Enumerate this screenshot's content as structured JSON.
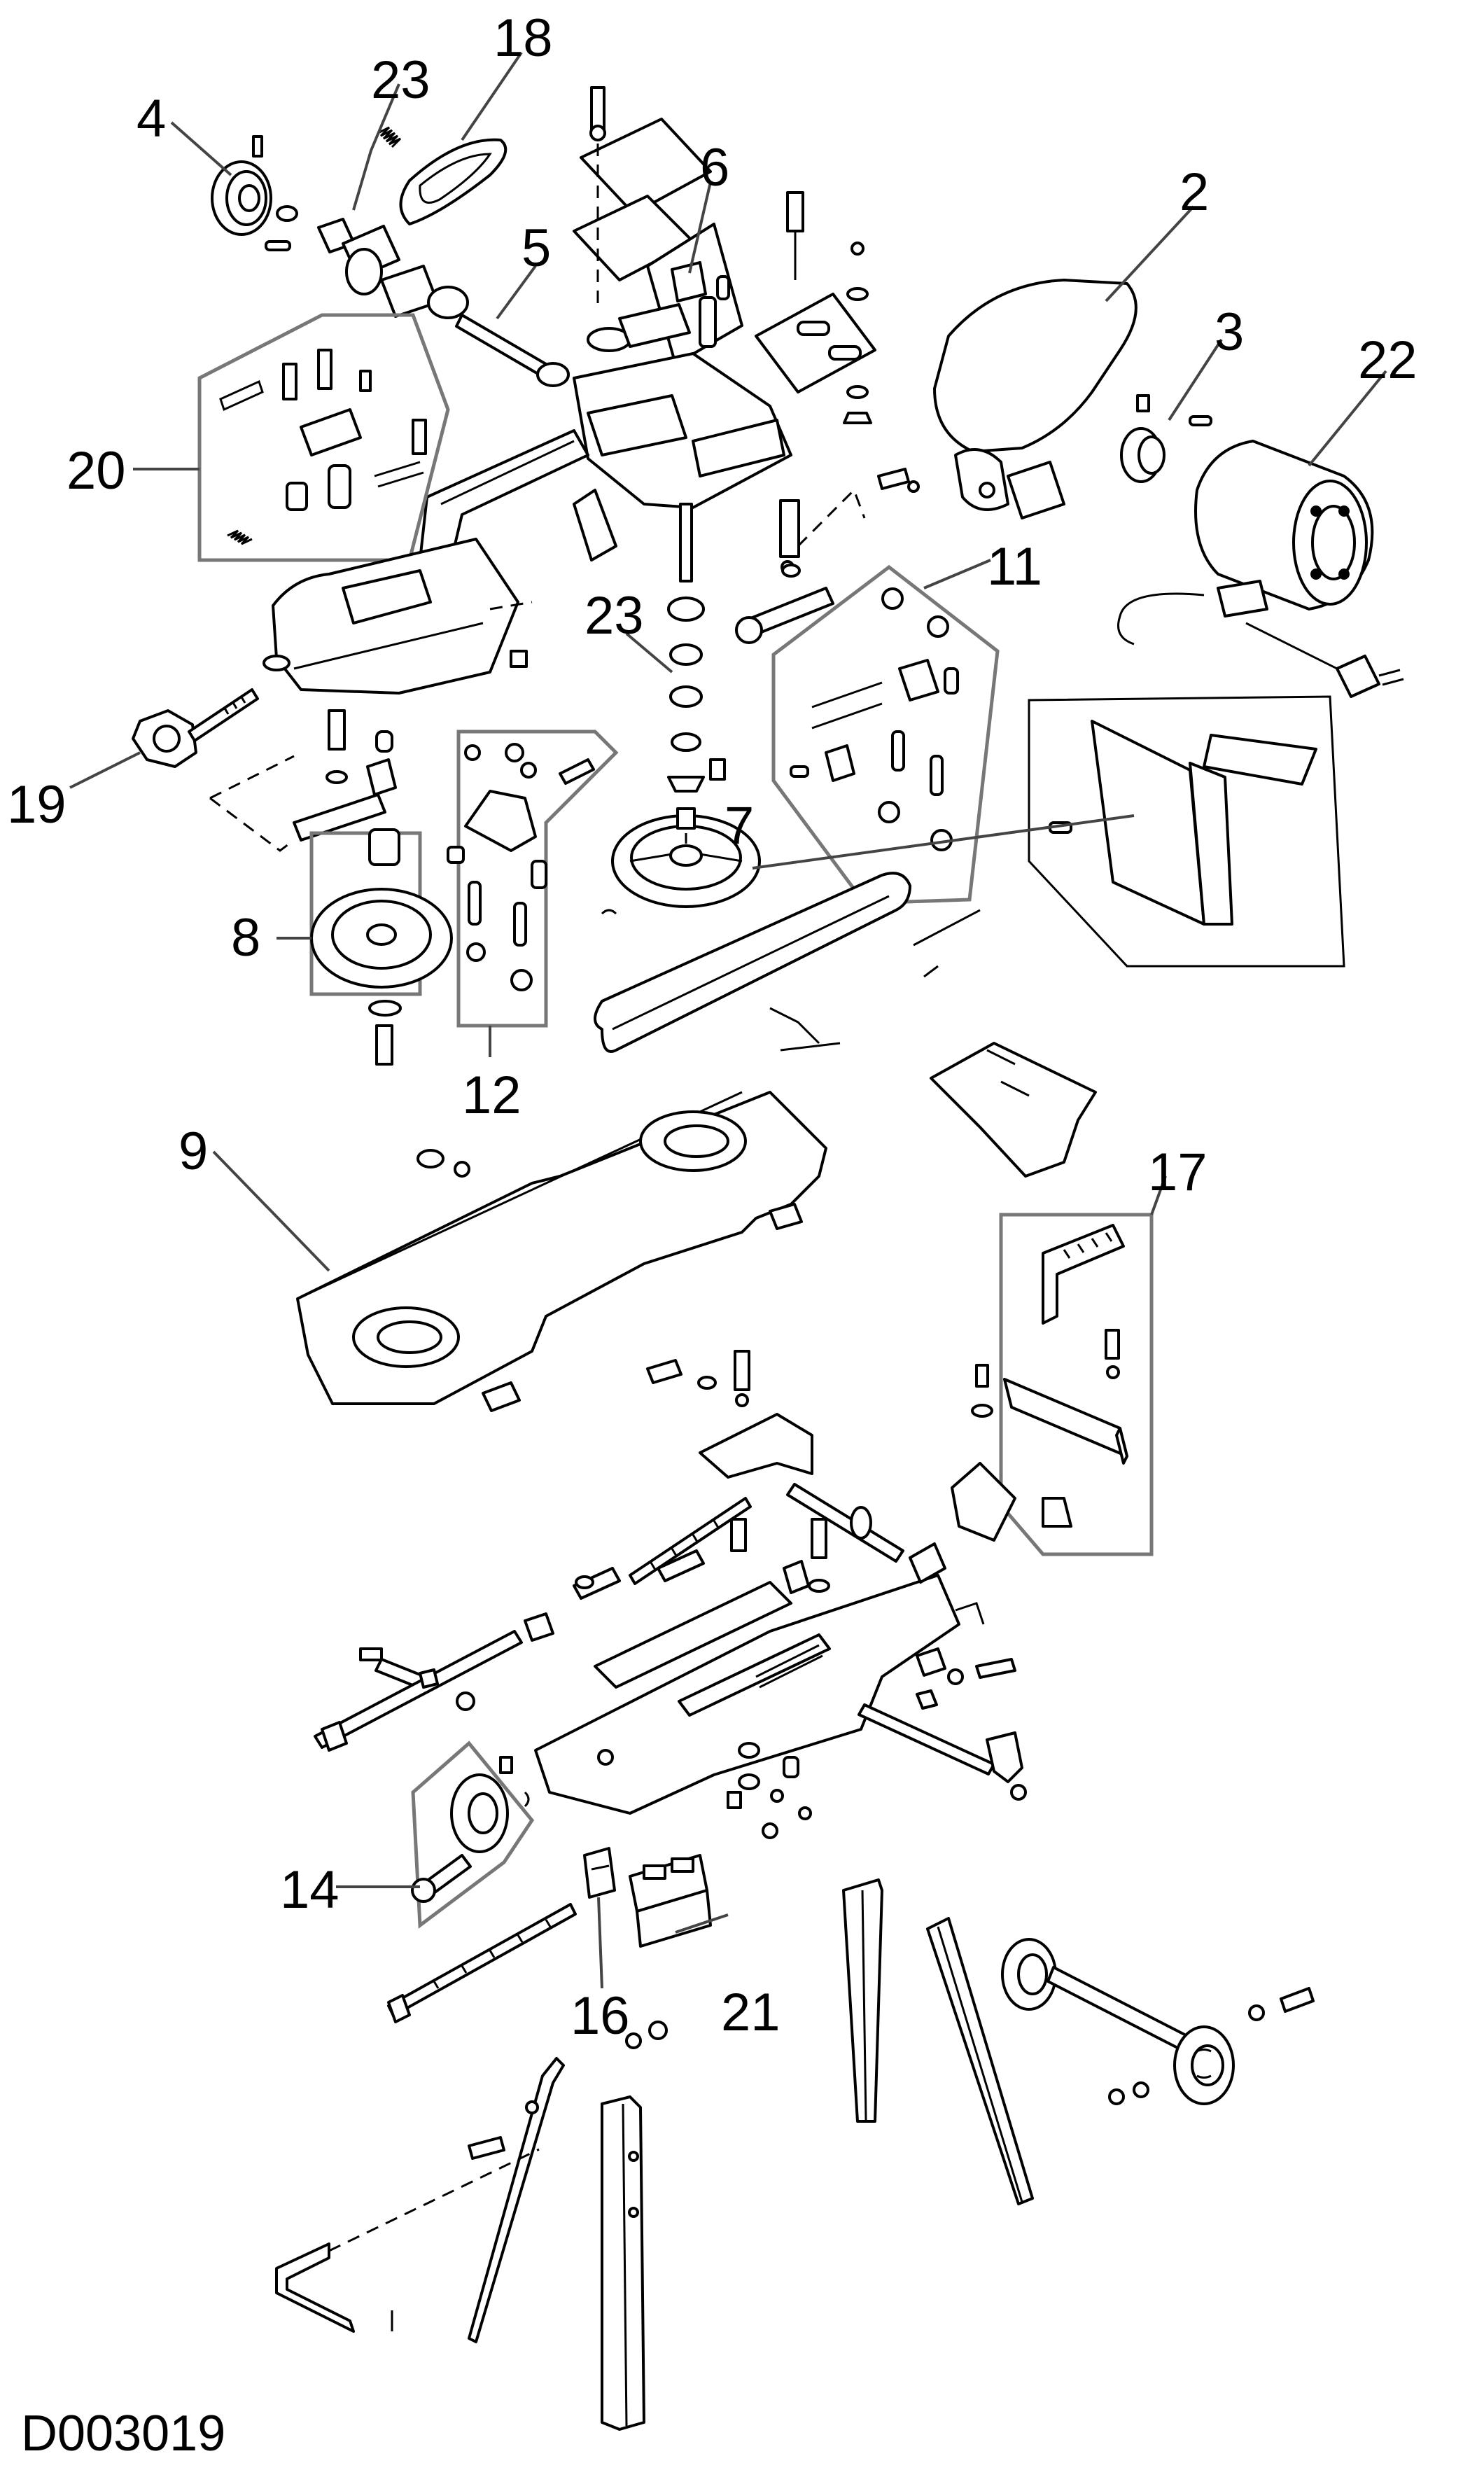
{
  "diagram": {
    "document_id": "D003019",
    "callouts": [
      {
        "id": "c18",
        "text": "18"
      },
      {
        "id": "c23a",
        "text": "23"
      },
      {
        "id": "c4",
        "text": "4"
      },
      {
        "id": "c6",
        "text": "6"
      },
      {
        "id": "c5",
        "text": "5"
      },
      {
        "id": "c2",
        "text": "2"
      },
      {
        "id": "c3",
        "text": "3"
      },
      {
        "id": "c22",
        "text": "22"
      },
      {
        "id": "c20",
        "text": "20"
      },
      {
        "id": "c11",
        "text": "11"
      },
      {
        "id": "c23b",
        "text": "23"
      },
      {
        "id": "c19",
        "text": "19"
      },
      {
        "id": "c7",
        "text": "7"
      },
      {
        "id": "c8",
        "text": "8"
      },
      {
        "id": "c12",
        "text": "12"
      },
      {
        "id": "c9",
        "text": "9"
      },
      {
        "id": "c17",
        "text": "17"
      },
      {
        "id": "c14",
        "text": "14"
      },
      {
        "id": "c16",
        "text": "16"
      },
      {
        "id": "c21",
        "text": "21"
      }
    ]
  }
}
